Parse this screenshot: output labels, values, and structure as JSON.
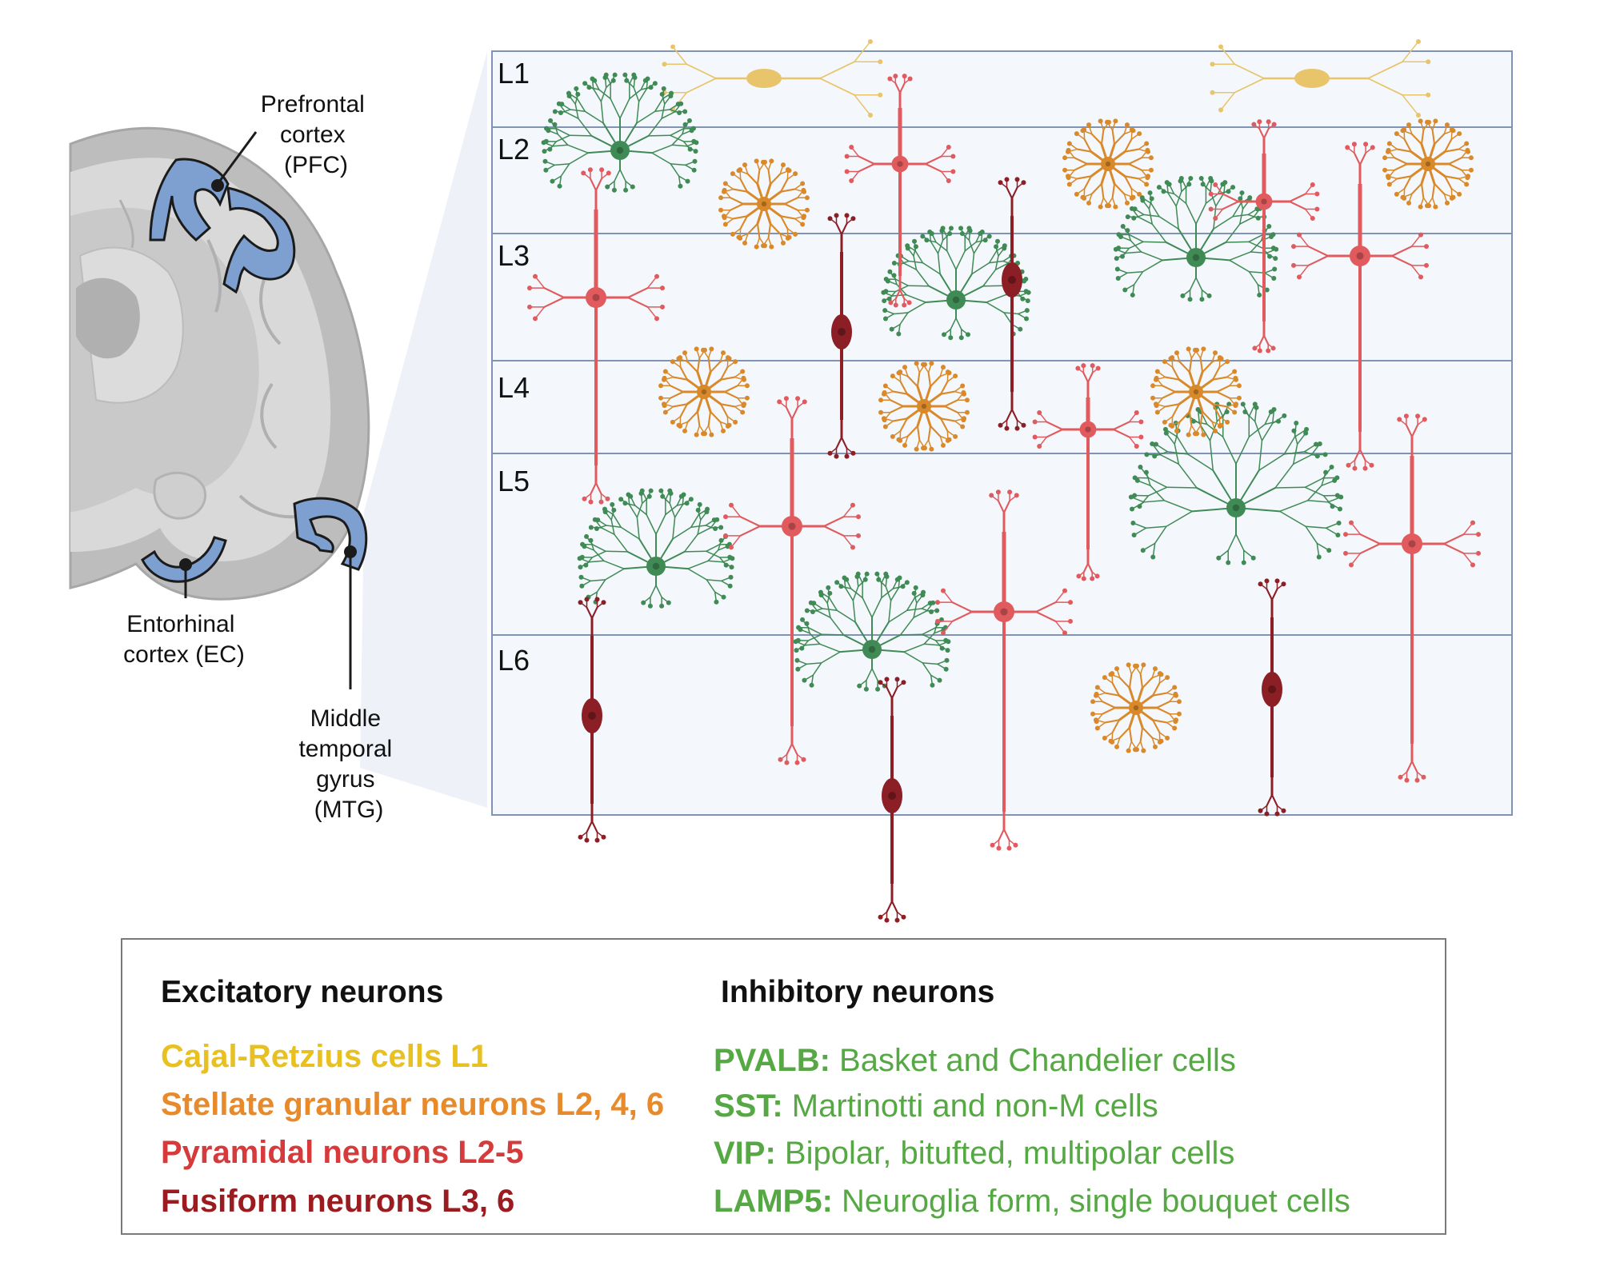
{
  "brain": {
    "labels": {
      "pfc": [
        "Prefrontal",
        "cortex",
        "(PFC)"
      ],
      "ec": [
        "Entorhinal",
        "cortex (EC)"
      ],
      "mtg": [
        "Middle",
        "temporal",
        "gyrus",
        "(MTG)"
      ]
    },
    "region_color": "#7da0d0"
  },
  "cortex_layers": [
    "L1",
    "L2",
    "L3",
    "L4",
    "L5",
    "L6"
  ],
  "neuron_colors": {
    "cajal_retzius": "#e8c46a",
    "stellate": "#d9892a",
    "pyramidal": "#e05a5e",
    "fusiform": "#8b1f25",
    "inhibitory": "#3f8a55"
  },
  "legend": {
    "excitatory_title": "Excitatory neurons",
    "inhibitory_title": "Inhibitory neurons",
    "excitatory": [
      {
        "text": "Cajal-Retzius cells L1",
        "color": "#e8c020"
      },
      {
        "text": "Stellate granular neurons L2, 4, 6",
        "color": "#e8892a"
      },
      {
        "text": "Pyramidal neurons L2-5",
        "color": "#d63a3a"
      },
      {
        "text": "Fusiform neurons L3, 6",
        "color": "#9b1c20"
      }
    ],
    "inhibitory": [
      {
        "key": "PVALB:",
        "text": " Basket and Chandelier cells",
        "color": "#55a843"
      },
      {
        "key": "SST:",
        "text": " Martinotti and non-M cells",
        "color": "#55a843"
      },
      {
        "key": "VIP:",
        "text": " Bipolar, bitufted, multipolar cells",
        "color": "#55a843"
      },
      {
        "key": "LAMP5:",
        "text": " Neuroglia form, single bouquet cells",
        "color": "#55a843"
      }
    ]
  }
}
